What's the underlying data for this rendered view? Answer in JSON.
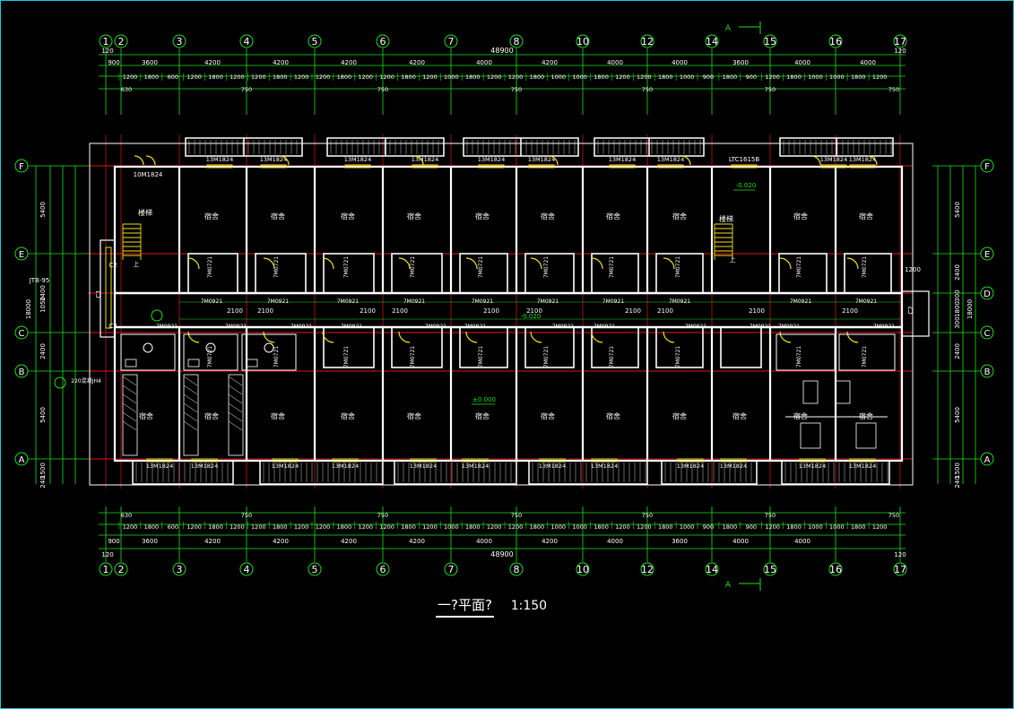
{
  "drawing": {
    "title": "一?平面?",
    "scale": "1:150",
    "total_length": "48900",
    "total_depth": "18000",
    "section_mark": "A"
  },
  "axes": {
    "columns": [
      "1",
      "2",
      "3",
      "4",
      "5",
      "6",
      "7",
      "8",
      "10",
      "12",
      "14",
      "15",
      "16",
      "17"
    ],
    "rows_left": [
      "F",
      "E",
      "C",
      "B",
      "A"
    ],
    "rows_right": [
      "F",
      "E",
      "D",
      "C",
      "B",
      "A"
    ]
  },
  "dims": {
    "top_row1": [
      "900",
      "3600",
      "4200",
      "4200",
      "4200",
      "4200",
      "4000",
      "4200",
      "4000",
      "4000",
      "3600",
      "4000",
      "4000"
    ],
    "top_row2": [
      "1200",
      "1800",
      "600",
      "1200",
      "1800",
      "1200",
      "1200",
      "1800",
      "1200",
      "1200",
      "1800",
      "1200",
      "1200",
      "1800",
      "1200",
      "1000",
      "1800",
      "1200",
      "1200",
      "1800",
      "1000",
      "1000",
      "1800",
      "1200",
      "1200",
      "1800",
      "1000",
      "900",
      "1800",
      "900",
      "1200",
      "1800",
      "1000",
      "1000",
      "1800",
      "1200"
    ],
    "top_row3": [
      "630",
      "750",
      "750",
      "750",
      "750",
      "750",
      "750",
      "750",
      "750",
      "750",
      "750",
      "750"
    ],
    "bottom_row1": [
      "900",
      "3600",
      "4200",
      "4200",
      "4200",
      "4200",
      "4000",
      "4200",
      "4000",
      "3600",
      "4000",
      "4000"
    ],
    "left": [
      "5400",
      "2400",
      "1050",
      "2400",
      "5400",
      "1500",
      "240",
      "120",
      "1050",
      "120",
      "300"
    ],
    "right": [
      "5400",
      "2400",
      "1800",
      "300",
      "300",
      "2400",
      "5400",
      "1500",
      "240",
      "1200"
    ],
    "ext": "120"
  },
  "labels": {
    "room": "宿舍",
    "stair": "楼梯",
    "up": "上",
    "door1": "7M0921",
    "door2": "7M0721",
    "window": "13M1824",
    "window_ltc": "LTC1615B",
    "door_entry": "10M1824",
    "elev1": "-0.020",
    "elev2": "±0.000",
    "jd": "JTB-95",
    "c1": "C1",
    "c2": "C2",
    "wc": "220混凝JH4",
    "corridor_dims": "2100"
  }
}
